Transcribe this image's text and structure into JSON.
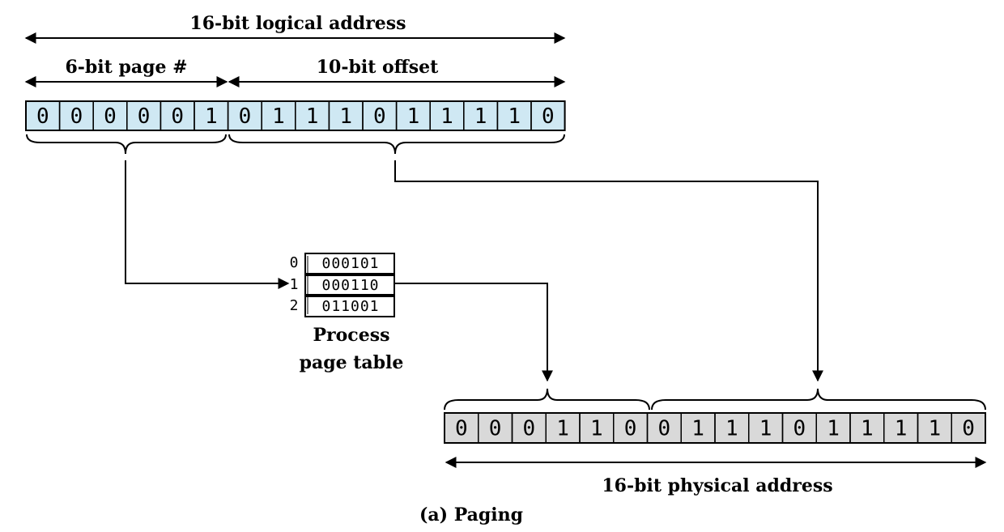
{
  "logical": {
    "title": "16-bit logical address",
    "page_label": "6-bit page #",
    "offset_label": "10-bit offset",
    "bits": [
      "0",
      "0",
      "0",
      "0",
      "0",
      "1",
      "0",
      "1",
      "1",
      "1",
      "0",
      "1",
      "1",
      "1",
      "1",
      "0"
    ],
    "cell_color": "#cfe8f3"
  },
  "page_table": {
    "indices": [
      "0",
      "1",
      "2"
    ],
    "entries": [
      "000101",
      "000110",
      "011001"
    ],
    "caption_line1": "Process",
    "caption_line2": "page table"
  },
  "physical": {
    "title": "16-bit physical address",
    "bits": [
      "0",
      "0",
      "0",
      "1",
      "1",
      "0",
      "0",
      "1",
      "1",
      "1",
      "0",
      "1",
      "1",
      "1",
      "1",
      "0"
    ],
    "cell_color": "#d9d9d9"
  },
  "caption": "(a) Paging"
}
